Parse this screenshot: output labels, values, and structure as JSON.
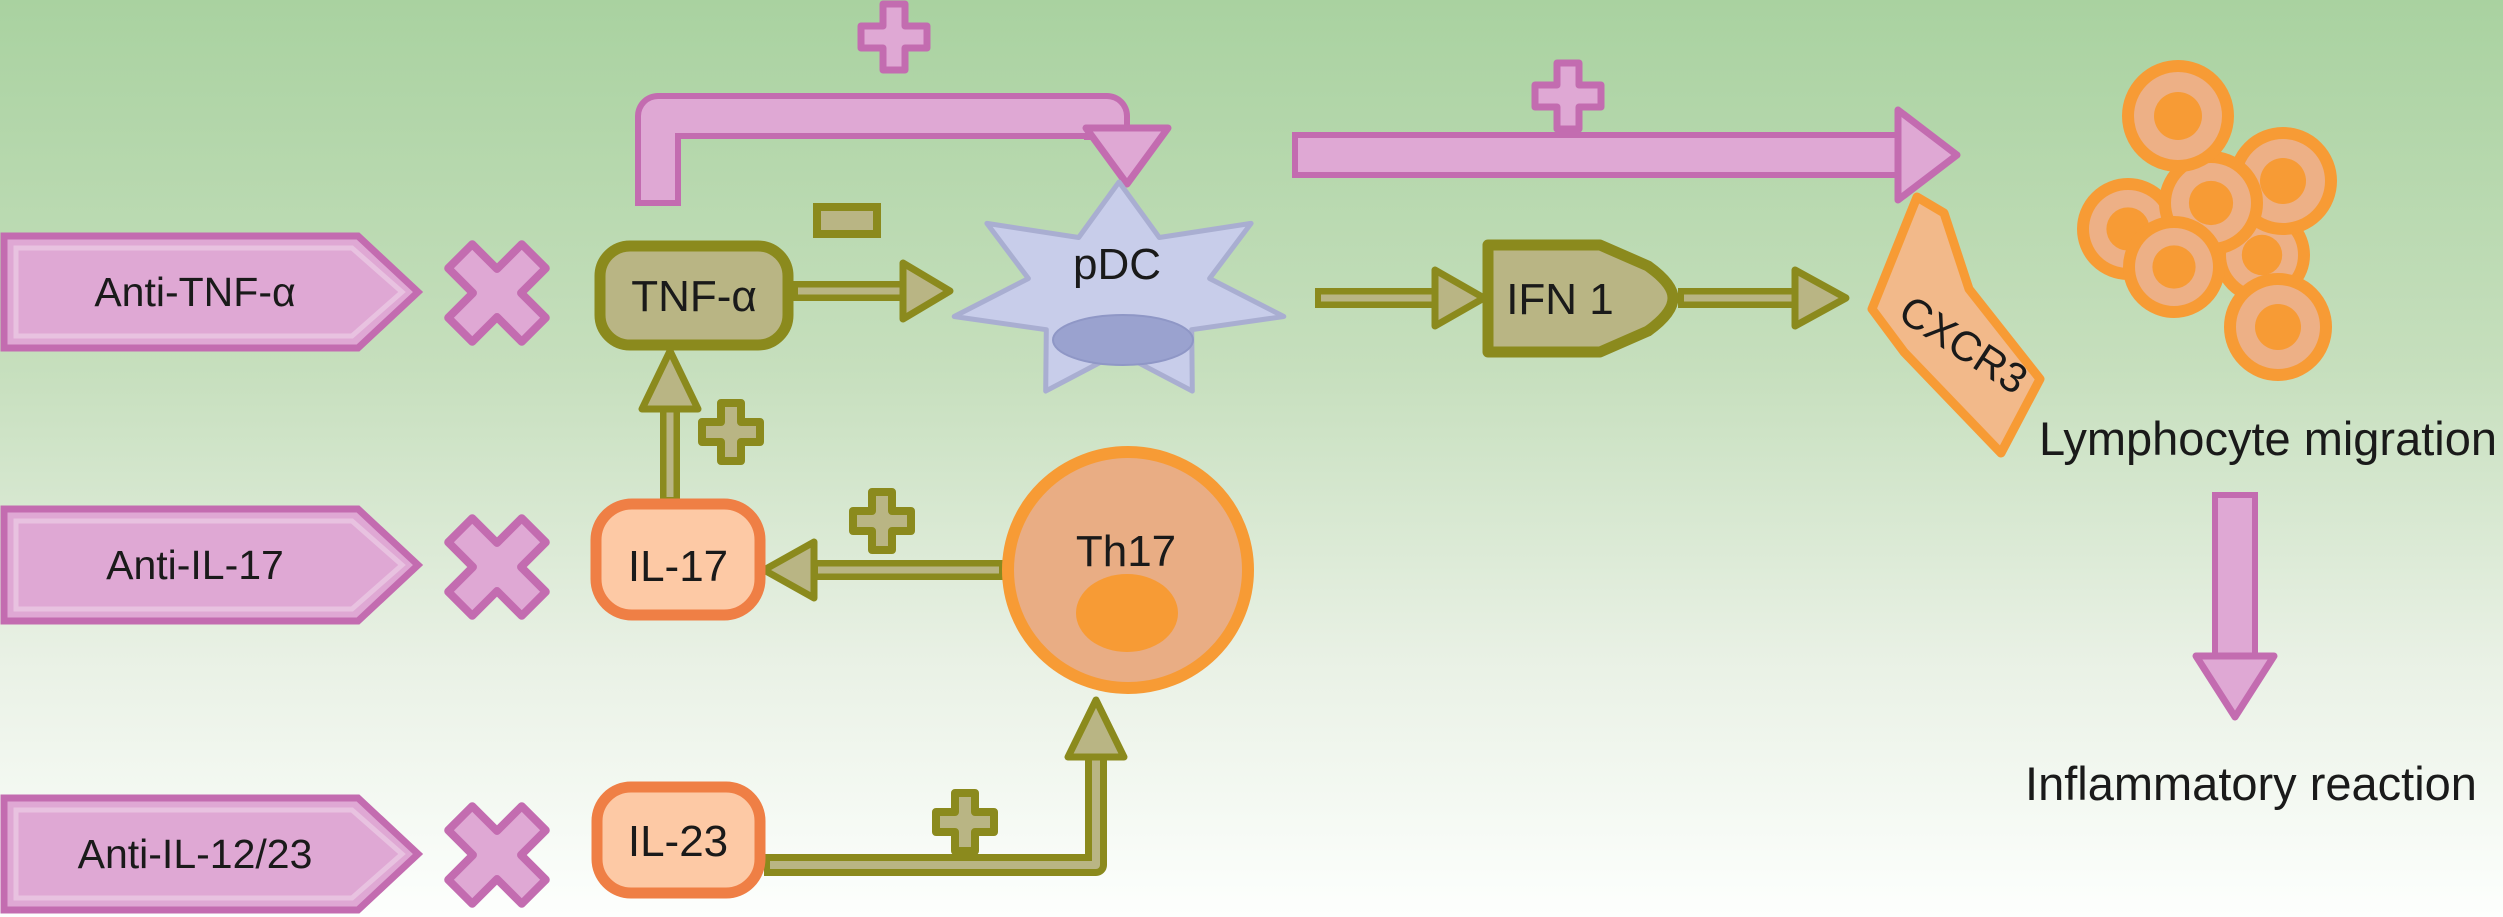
{
  "banners": [
    {
      "label": "Anti-TNF-α"
    },
    {
      "label": "Anti-IL-17"
    },
    {
      "label": "Anti-IL-12/23"
    }
  ],
  "nodes": {
    "tnf_alpha": "TNF-α",
    "pdc": "pDC",
    "ifn1": "IFN 1",
    "cxcr3": "CXCR3",
    "il17": "IL-17",
    "th17": "Th17",
    "il23": "IL-23"
  },
  "captions": {
    "lymphocyte_migration": "Lymphocyte migration",
    "inflammatory_reaction": "Inflammatory reaction"
  },
  "icons": {
    "block_cross": "✕",
    "stimulation_plus": "+",
    "inhibition_minus": "−"
  },
  "lymphocyte_cluster": {
    "cell_count": 7
  },
  "relations": [
    {
      "from": "Anti-TNF-α",
      "type": "blocks",
      "to": "TNF-α"
    },
    {
      "from": "Anti-IL-17",
      "type": "blocks",
      "to": "IL-17"
    },
    {
      "from": "Anti-IL-12/23",
      "type": "blocks",
      "to": "IL-23"
    },
    {
      "from": "TNF-α",
      "to": "pDC",
      "sign": "−",
      "style": "olive-arrow"
    },
    {
      "from": "TNF-α",
      "to": "pDC",
      "sign": "+",
      "style": "pink-feedback-arrow"
    },
    {
      "from": "pDC",
      "to": "IFN 1",
      "style": "olive-arrow"
    },
    {
      "from": "IFN 1",
      "to": "CXCR3",
      "style": "olive-arrow"
    },
    {
      "from": "pDC",
      "to": "lymphocyte-cluster",
      "sign": "+",
      "style": "pink-arrow"
    },
    {
      "from": "IL-17",
      "to": "TNF-α",
      "sign": "+",
      "style": "olive-arrow"
    },
    {
      "from": "Th17",
      "to": "IL-17",
      "sign": "+",
      "style": "olive-arrow"
    },
    {
      "from": "IL-23",
      "to": "Th17",
      "sign": "+",
      "style": "olive-arrow"
    },
    {
      "from": "Lymphocyte migration",
      "to": "Inflammatory reaction",
      "style": "pink-arrow"
    }
  ],
  "colors": {
    "pink_fill": "#dfa8d4",
    "pink_border": "#c36cb0",
    "pink_inner_highlight": "#e8c2e0",
    "olive_dark": "#8b8a1d",
    "olive_light": "#b9b584",
    "star_fill": "#c8cdea",
    "star_border": "#a9aed1",
    "star_nucleus": "#9aa2cf",
    "orange": "#f79b35",
    "cell_fill": "#edb086",
    "il_box_border": "#ef7f45",
    "il_box_fill": "#fdc9a5",
    "th17_fill": "#e9ad84",
    "cxcr3_fill": "#f2b98a",
    "background_top": "#a9d2a0",
    "background_bottom": "#fdfffd",
    "text": "#1a1a1a"
  }
}
